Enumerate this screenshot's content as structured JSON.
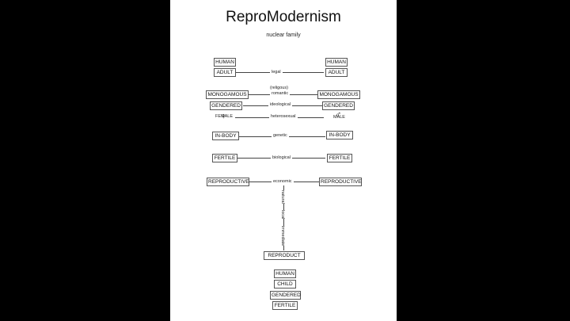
{
  "title": "ReproModernism",
  "subtitle": "nuclear family",
  "rows": {
    "human": {
      "left": "HUMAN",
      "right": "HUMAN"
    },
    "adult": {
      "left": "ADULT",
      "relation": "legal",
      "right": "ADULT"
    },
    "monogamous": {
      "left": "MONOGAMOUS",
      "relation_top": "(religous)",
      "relation": "romantic",
      "right": "MONOGAMOUS"
    },
    "gendered": {
      "left": "GENDERED",
      "relation": "ideological",
      "right": "GENDERED"
    },
    "sex": {
      "left": "FEMALE",
      "relation": "heterosexual",
      "right": "MALE",
      "left_symbol": "♀",
      "right_symbol": "♂"
    },
    "inbody": {
      "left": "IN-BODY",
      "relation": "genetic",
      "right": "IN-BODY"
    },
    "fertile": {
      "left": "FERTILE",
      "relation": "biological",
      "right": "FERTILE"
    },
    "reproductive": {
      "left": "REPRODUCTIVE",
      "relation": "economic",
      "right": "REPRODUCTIVE"
    }
  },
  "vertical_labels": [
    "natural",
    "local",
    "immediate"
  ],
  "product": "REPRODUCT",
  "child": [
    "HUMAN",
    "CHILD",
    "GENDERED",
    "FERTILE"
  ]
}
